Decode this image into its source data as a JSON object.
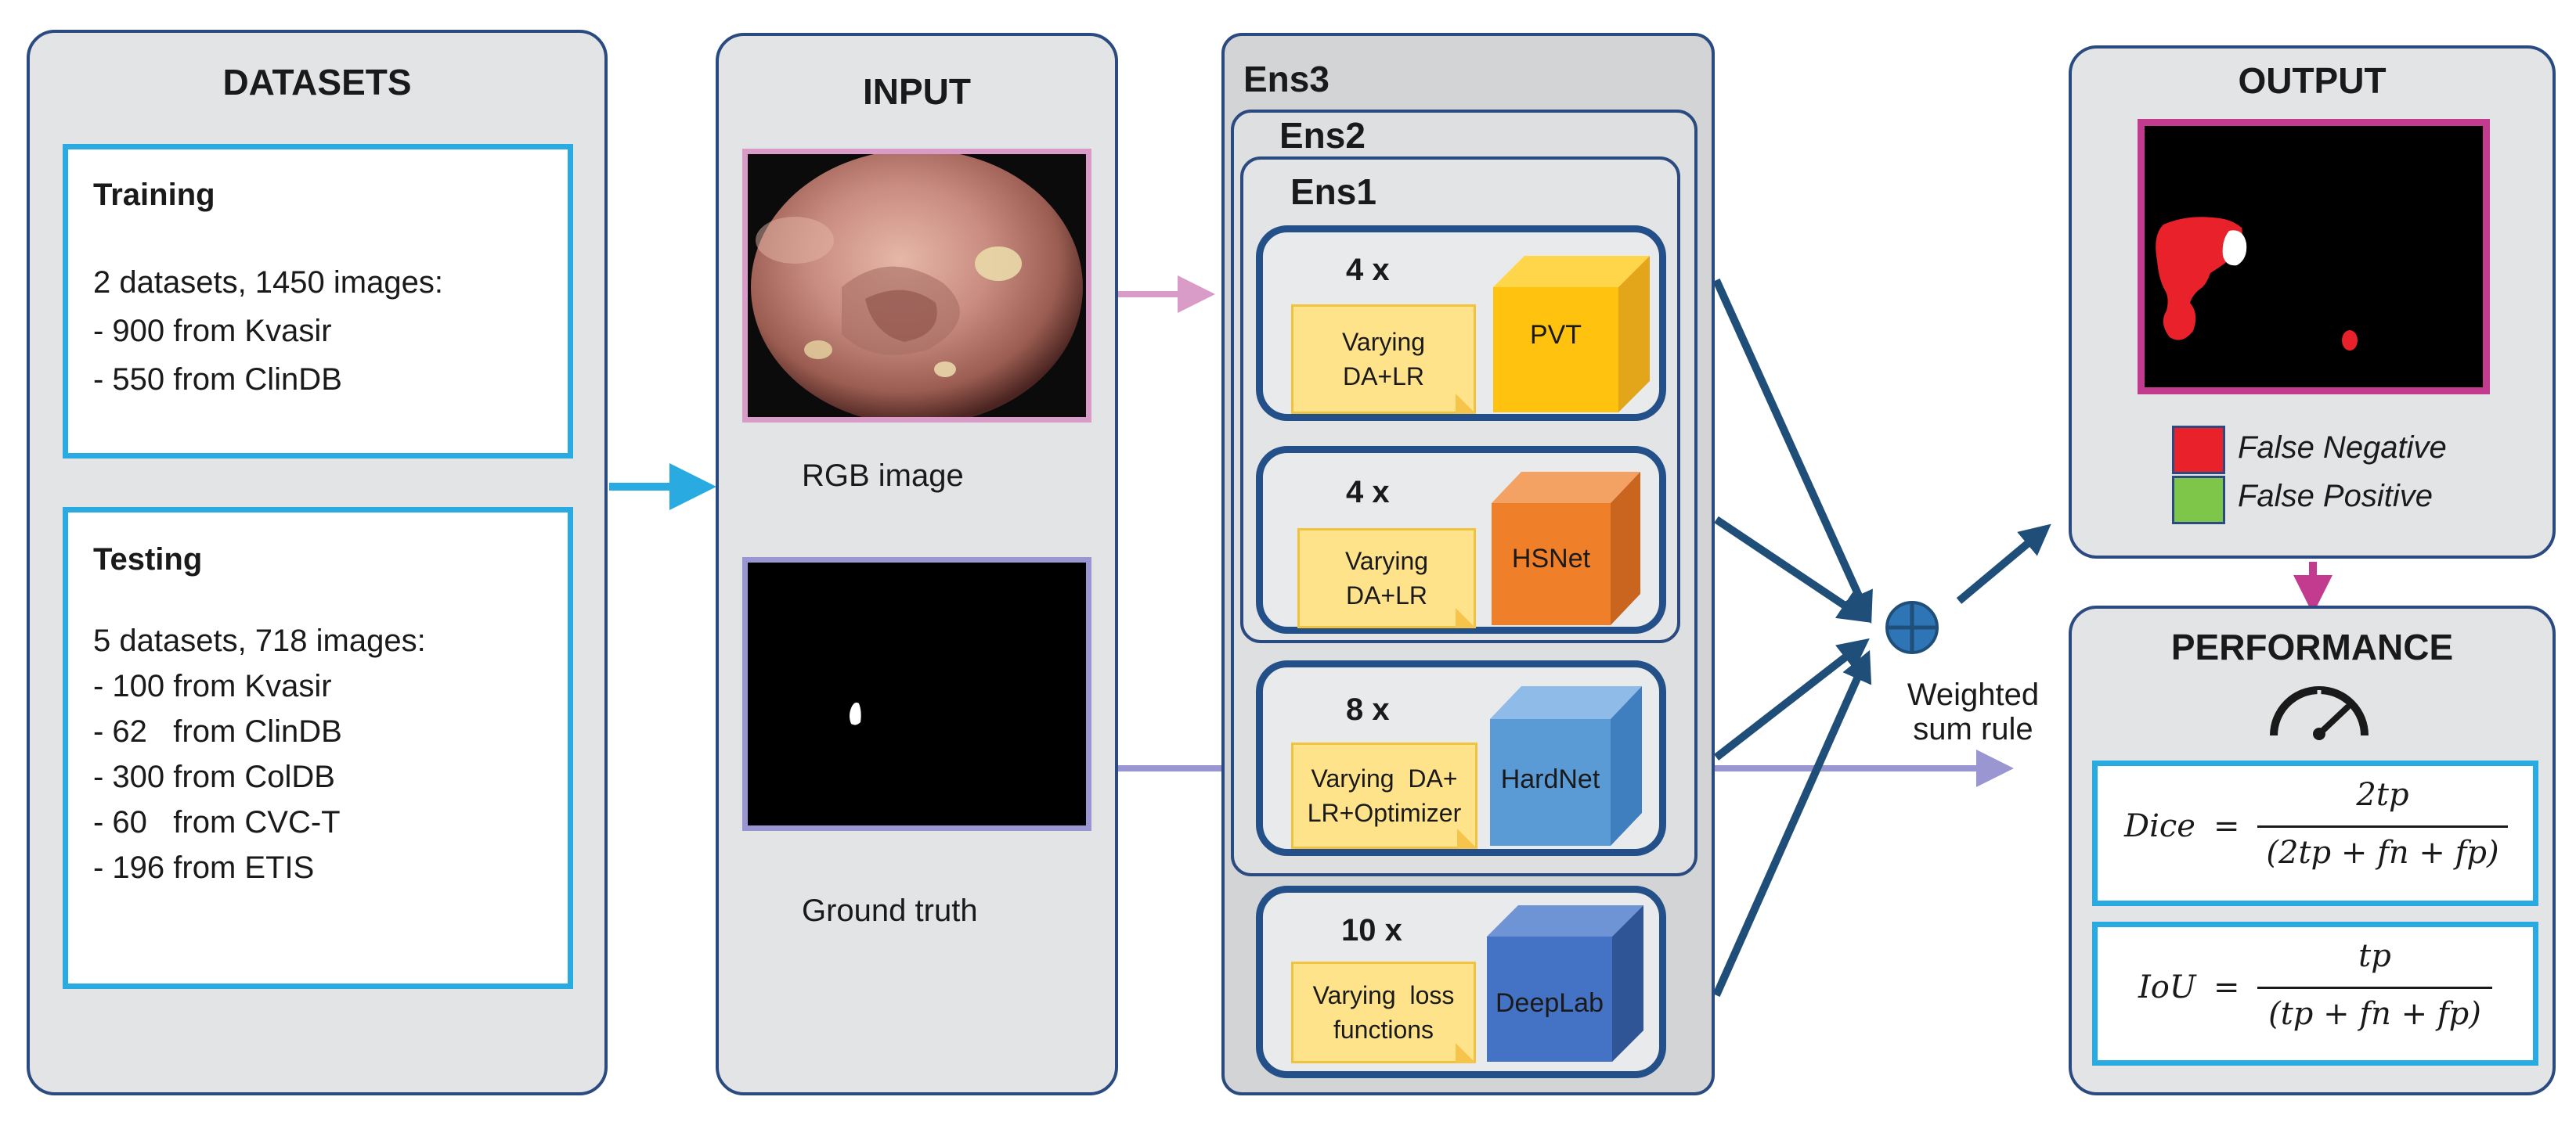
{
  "datasets": {
    "heading": "DATASETS",
    "training": {
      "title": "Training",
      "summary": "2 datasets, 1450 images:",
      "items": [
        "- 900 from Kvasir",
        "- 550 from ClinDB"
      ]
    },
    "testing": {
      "title": "Testing",
      "summary": "5 datasets, 718 images:",
      "items": [
        "- 100 from Kvasir",
        "- 62   from ClinDB",
        "- 300 from ColDB",
        "- 60   from CVC-T",
        "- 196 from ETIS"
      ]
    }
  },
  "input": {
    "heading": "INPUT",
    "rgb_caption": "RGB image",
    "gt_caption": "Ground truth"
  },
  "ensemble": {
    "ens3": "Ens3",
    "ens2": "Ens2",
    "ens1": "Ens1",
    "models": [
      {
        "count": "4 x",
        "note": "Varying\nDA+LR",
        "name": "PVT",
        "color": "#ffc20e"
      },
      {
        "count": "4 x",
        "note": "Varying\nDA+LR",
        "name": "HSNet",
        "color": "#f07f2a"
      },
      {
        "count": "8 x",
        "note": "Varying  DA+\nLR+Optimizer",
        "name": "HardNet",
        "color": "#5b9bd5"
      },
      {
        "count": "10 x",
        "note": "Varying  loss\nfunctions",
        "name": "DeepLab",
        "color": "#4472c4"
      }
    ],
    "combiner_label": "Weighted\nsum rule",
    "combiner_icon": "circle-plus-icon"
  },
  "output": {
    "heading": "OUTPUT",
    "legend": [
      {
        "label": "False Negative",
        "color": "#e8212b"
      },
      {
        "label": "False Positive",
        "color": "#7dc64a"
      }
    ]
  },
  "performance": {
    "heading": "PERFORMANCE",
    "icon": "speedometer-icon",
    "dice": {
      "lhs": "Dice",
      "eq": "=",
      "num": "2tp",
      "den": "(2tp + fn + fp)"
    },
    "iou": {
      "lhs": "IoU",
      "eq": "=",
      "num": "tp",
      "den": "(tp + fn + fp)"
    }
  },
  "colors": {
    "panel_border": "#2b4a7f",
    "panel_fill": "#e3e4e6",
    "cyan": "#29abe2",
    "pink": "#d99bc8",
    "lavender": "#9a96d2",
    "magenta": "#c33b8e",
    "arrow_blue": "#1f4e79"
  }
}
